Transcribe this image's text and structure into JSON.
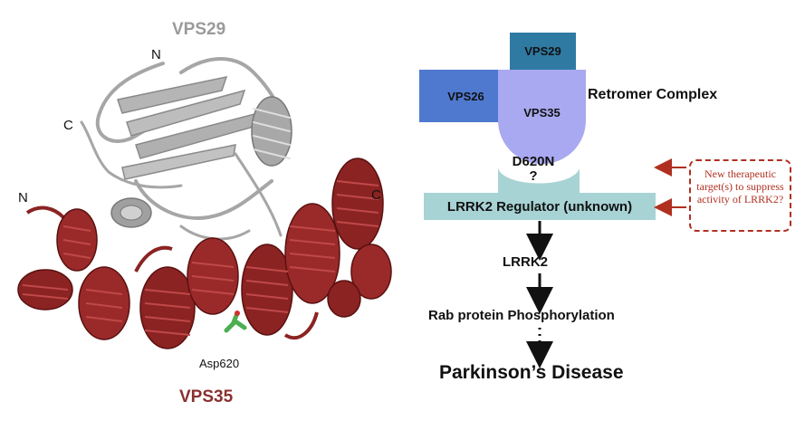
{
  "structure": {
    "title_top": "VPS29",
    "title_bottom": "VPS35",
    "termini": {
      "vps29_n": "N",
      "vps29_c": "C",
      "vps35_n": "N",
      "vps35_c": "C"
    },
    "residue_label": "Asp620",
    "colors": {
      "vps29_ribbon": "#a9a9a9",
      "vps35_ribbon": "#8b2323",
      "residue": "#4caf50"
    }
  },
  "diagram": {
    "vps29": "VPS29",
    "vps26": "VPS26",
    "vps35": "VPS35",
    "complex_label": "Retromer Complex",
    "mutation": "D620N",
    "mutation_question": "?",
    "regulator": "LRRK2 Regulator (unknown)",
    "lrrk2": "LRRK2",
    "rab": "Rab protein Phosphorylation",
    "disease": "Parkinson’s Disease",
    "callout": "New therapeutic target(s) to suppress activity of LRRK2?",
    "colors": {
      "vps29": "#2f7aa3",
      "vps26": "#4f79cf",
      "vps35": "#a9a9f1",
      "regulator": "#a8d3d5",
      "callout": "#b03020"
    }
  }
}
